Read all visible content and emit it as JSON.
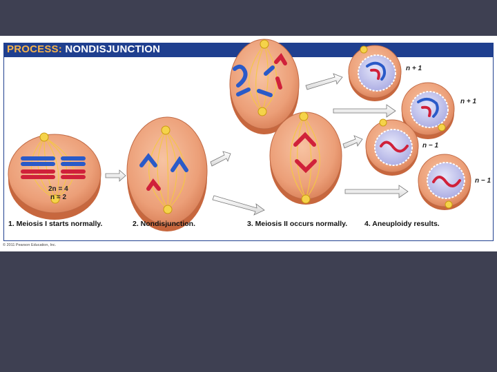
{
  "figure": {
    "title_prefix": "PROCESS:",
    "title_main": "NONDISJUNCTION",
    "steps": [
      "1. Meiosis I starts normally.",
      "2. Nondisjunction.",
      "3. Meiosis II occurs normally.",
      "4. Aneuploidy results."
    ],
    "equation_1": "2n = 4",
    "equation_2": "n = 2",
    "results": [
      "n + 1",
      "n + 1",
      "n − 1",
      "n − 1"
    ],
    "copyright": "© 2011 Pearson Education, Inc."
  },
  "colors": {
    "background": "#3e4052",
    "header": "#1f3f8f",
    "title_accent": "#f6b24a",
    "cell": "#e8956e",
    "spindle": "#f5c842",
    "chromosome_blue": "#2a5ac8",
    "chromosome_red": "#d0213a",
    "nucleus": "#b4b6e6"
  }
}
